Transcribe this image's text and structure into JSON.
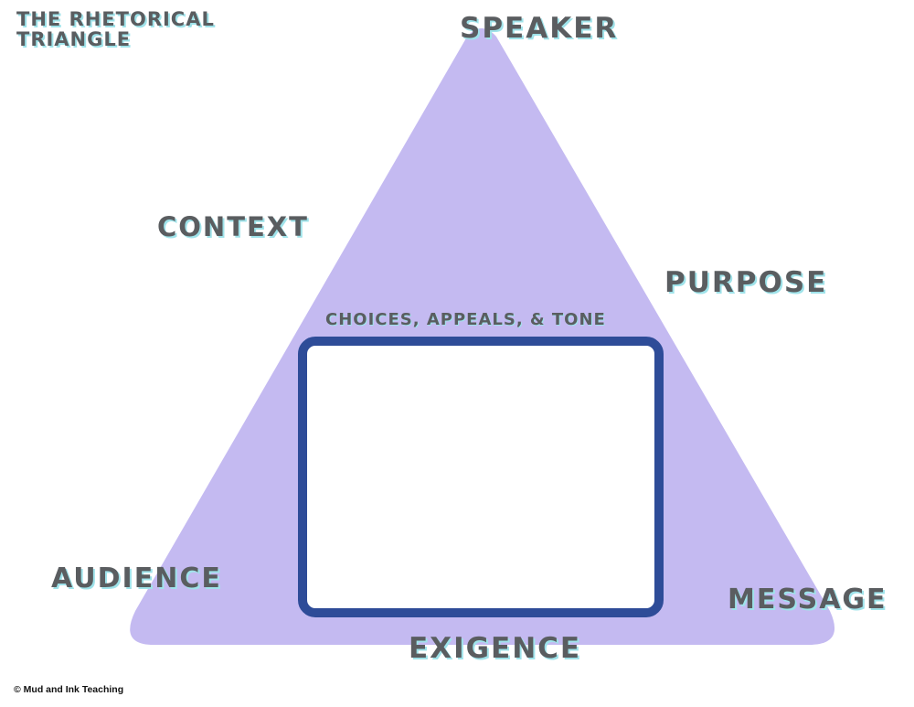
{
  "title": {
    "line1": "THE RHETORICAL",
    "line2": "TRIANGLE"
  },
  "vertices": {
    "top": "SPEAKER",
    "bottom_left": "AUDIENCE",
    "bottom_right": "MESSAGE"
  },
  "sides": {
    "left": "CONTEXT",
    "right": "PURPOSE",
    "bottom": "EXIGENCE"
  },
  "center_box": {
    "label": "CHOICES, APPEALS, & TONE",
    "content": ""
  },
  "credit": "© Mud and Ink Teaching",
  "colors": {
    "triangle_fill": "#c4baf1",
    "box_border": "#2e4c98",
    "box_fill": "#ffffff",
    "label_text": "#5a5d60",
    "label_shadow": "#9fe3ea"
  }
}
